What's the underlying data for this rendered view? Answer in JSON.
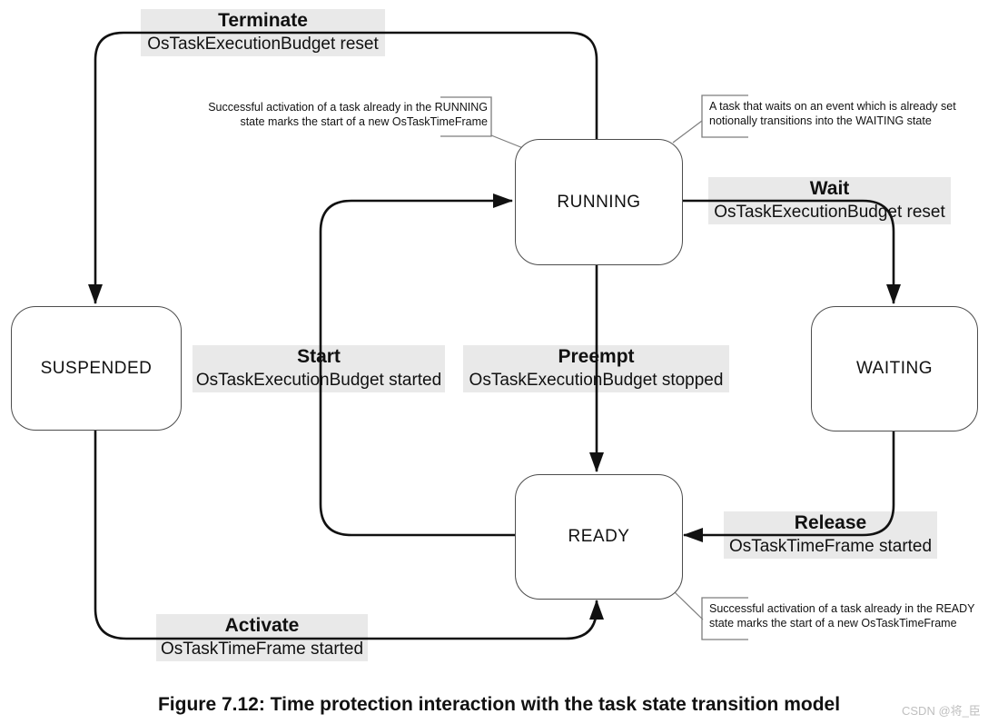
{
  "figure": {
    "caption": "Figure 7.12: Time protection interaction with the task state transition model",
    "watermark": "CSDN @将_臣"
  },
  "diagram": {
    "states": [
      {
        "id": "running",
        "label": "RUNNING"
      },
      {
        "id": "suspended",
        "label": "SUSPENDED"
      },
      {
        "id": "waiting",
        "label": "WAITING"
      },
      {
        "id": "ready",
        "label": "READY"
      }
    ],
    "transitions": [
      {
        "id": "terminate",
        "name": "Terminate",
        "effect": "OsTaskExecutionBudget reset",
        "from": "RUNNING",
        "to": "SUSPENDED"
      },
      {
        "id": "wait",
        "name": "Wait",
        "effect": "OsTaskExecutionBudget reset",
        "from": "RUNNING",
        "to": "WAITING"
      },
      {
        "id": "start",
        "name": "Start",
        "effect": "OsTaskExecutionBudget started",
        "from": "READY",
        "to": "RUNNING"
      },
      {
        "id": "preempt",
        "name": "Preempt",
        "effect": "OsTaskExecutionBudget stopped",
        "from": "RUNNING",
        "to": "READY"
      },
      {
        "id": "release",
        "name": "Release",
        "effect": "OsTaskTimeFrame started",
        "from": "WAITING",
        "to": "READY"
      },
      {
        "id": "activate",
        "name": "Activate",
        "effect": "OsTaskTimeFrame started",
        "from": "SUSPENDED",
        "to": "READY"
      }
    ],
    "notes": [
      {
        "id": "running-activation",
        "line1": "Successful activation of a task already in the RUNNING",
        "line2": "state marks the start of a new OsTaskTimeFrame"
      },
      {
        "id": "waiting-event",
        "line1": "A task that waits on an event which is already set",
        "line2": "notionally transitions into the WAITING state"
      },
      {
        "id": "ready-activation",
        "line1": "Successful activation of a task already in the READY",
        "line2": "state marks the start of a new OsTaskTimeFrame"
      }
    ]
  },
  "colors": {
    "label_background": "#e9e9e9",
    "transition_line": "#111111",
    "state_border": "#4d4d4d",
    "note_border": "#7d7d7d",
    "watermark_text": "#bfbfbf"
  }
}
